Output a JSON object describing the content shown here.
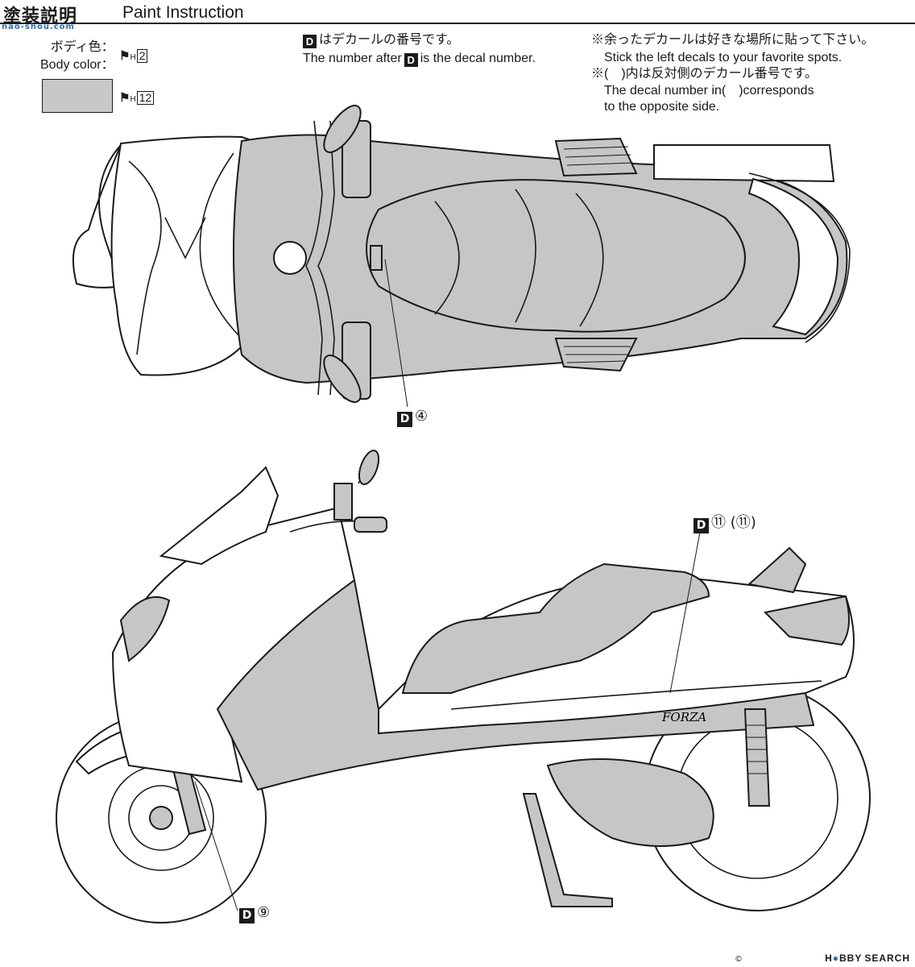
{
  "header": {
    "title_jp": "塗装説明",
    "title_en": "Paint Instruction",
    "watermark": "nao-shou.com"
  },
  "body_color": {
    "label_jp": "ボディ色：",
    "label_en": "Body color：",
    "code_1": "2",
    "code_2": "12",
    "swatch_color": "#c8c8c8"
  },
  "notes": {
    "decal_jp_suffix": "はデカールの番号です。",
    "decal_en_prefix": "The number after",
    "decal_en_suffix": "is the decal number.",
    "badge": "D",
    "left_jp": "※余ったデカールは好きな場所に貼って下さい。",
    "left_en": "Stick the left decals to your favorite spots.",
    "opp_jp": "※(　)内は反対側のデカール番号です。",
    "opp_en_1": "The decal number in(　)corresponds",
    "opp_en_2": "to the opposite side."
  },
  "callouts": {
    "top_view": "④",
    "side_view_front": "⑨",
    "side_view_rear": "⑪ (⑪)"
  },
  "side_logo": "FORZA",
  "footer": {
    "brand_a": "H",
    "brand_b": "BBY",
    "brand_c": "SEARCH",
    "copyright": "©"
  }
}
